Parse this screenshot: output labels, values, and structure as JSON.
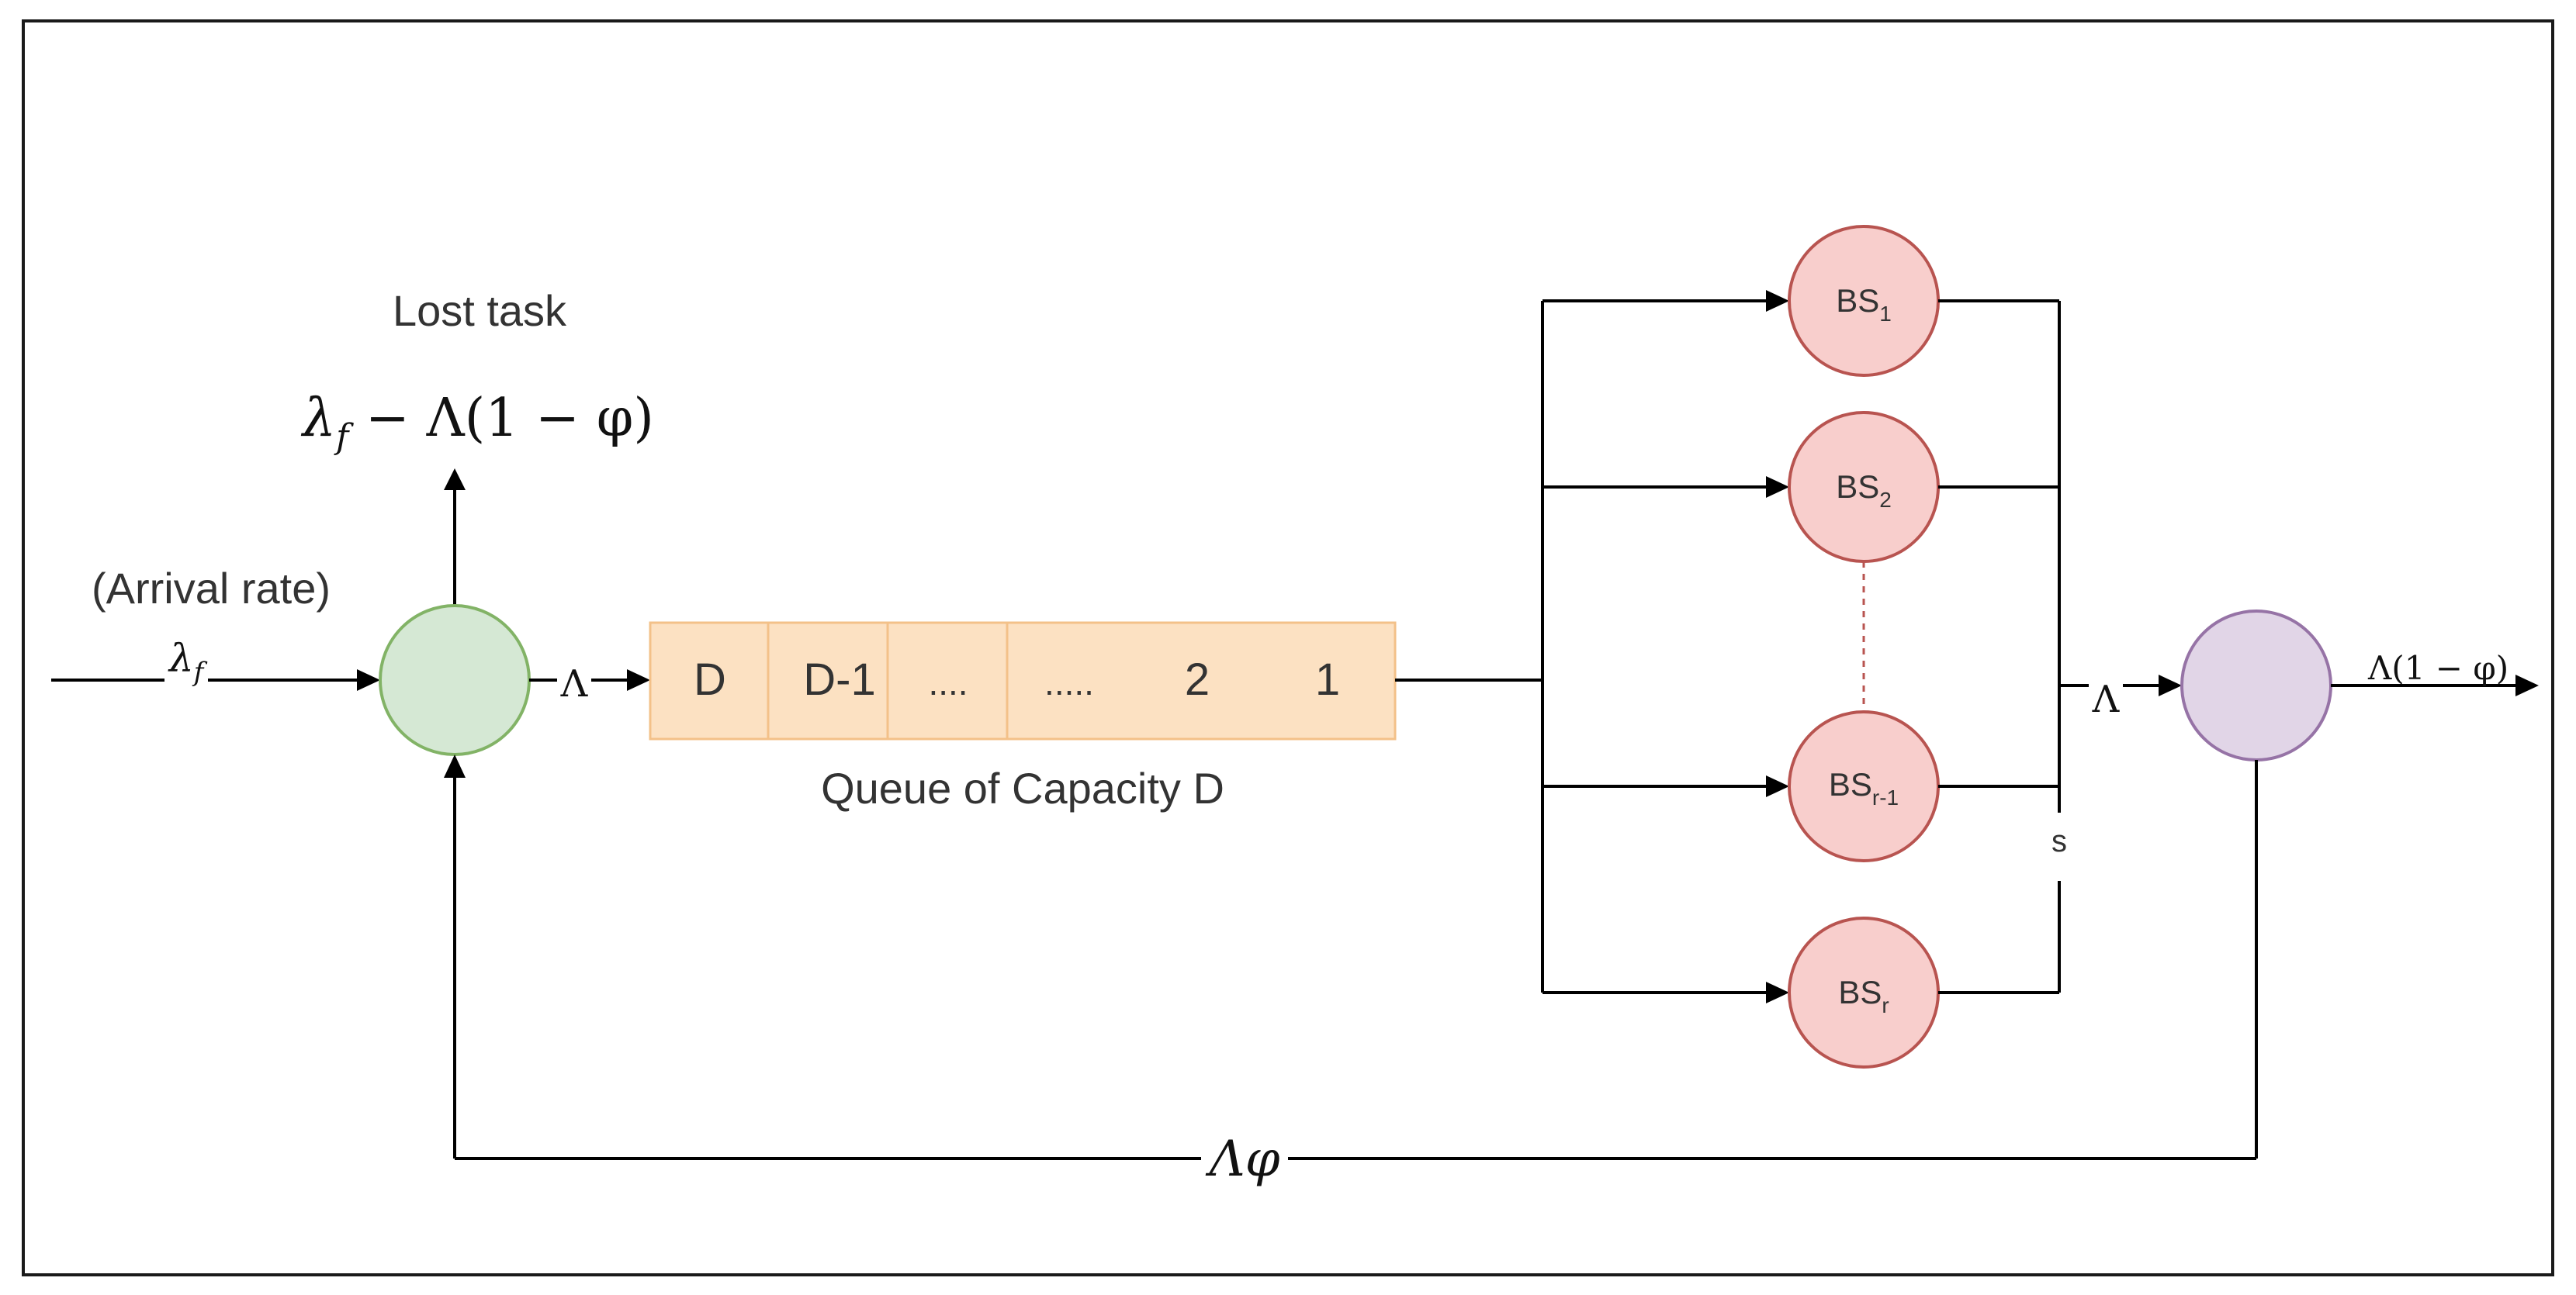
{
  "diagram": {
    "lost_task_label": "Lost task",
    "lost_rate": {
      "lambda": "λ",
      "lambda_sub": "f",
      "rest": " − Λ(1 − φ)"
    },
    "arrival_label": "(Arrival rate)",
    "arrival_rate": {
      "lambda": "λ",
      "lambda_sub": "f"
    },
    "entry_rate": "Λ",
    "queue": {
      "cells": [
        "D",
        "D-1",
        "....",
        ".....",
        "2",
        "1"
      ],
      "caption": "Queue of Capacity D"
    },
    "servers": [
      {
        "base": "BS",
        "sub": "1"
      },
      {
        "base": "BS",
        "sub": "2"
      },
      {
        "base": "BS",
        "sub": "r-1"
      },
      {
        "base": "BS",
        "sub": "r"
      }
    ],
    "combined_rate": "Λ",
    "s_label": "s",
    "output_rate": "Λ(1 − φ)",
    "feedback_rate": "Λφ",
    "colors": {
      "entry_node_fill": "#d5e8d4",
      "entry_node_stroke": "#82b366",
      "queue_fill": "#fce1c2",
      "queue_stroke": "#f3c189",
      "server_fill": "#f8cecc",
      "server_stroke": "#b85450",
      "exit_node_fill": "#e1d5e7",
      "exit_node_stroke": "#9673a6",
      "dashed_link": "#b85450"
    }
  }
}
